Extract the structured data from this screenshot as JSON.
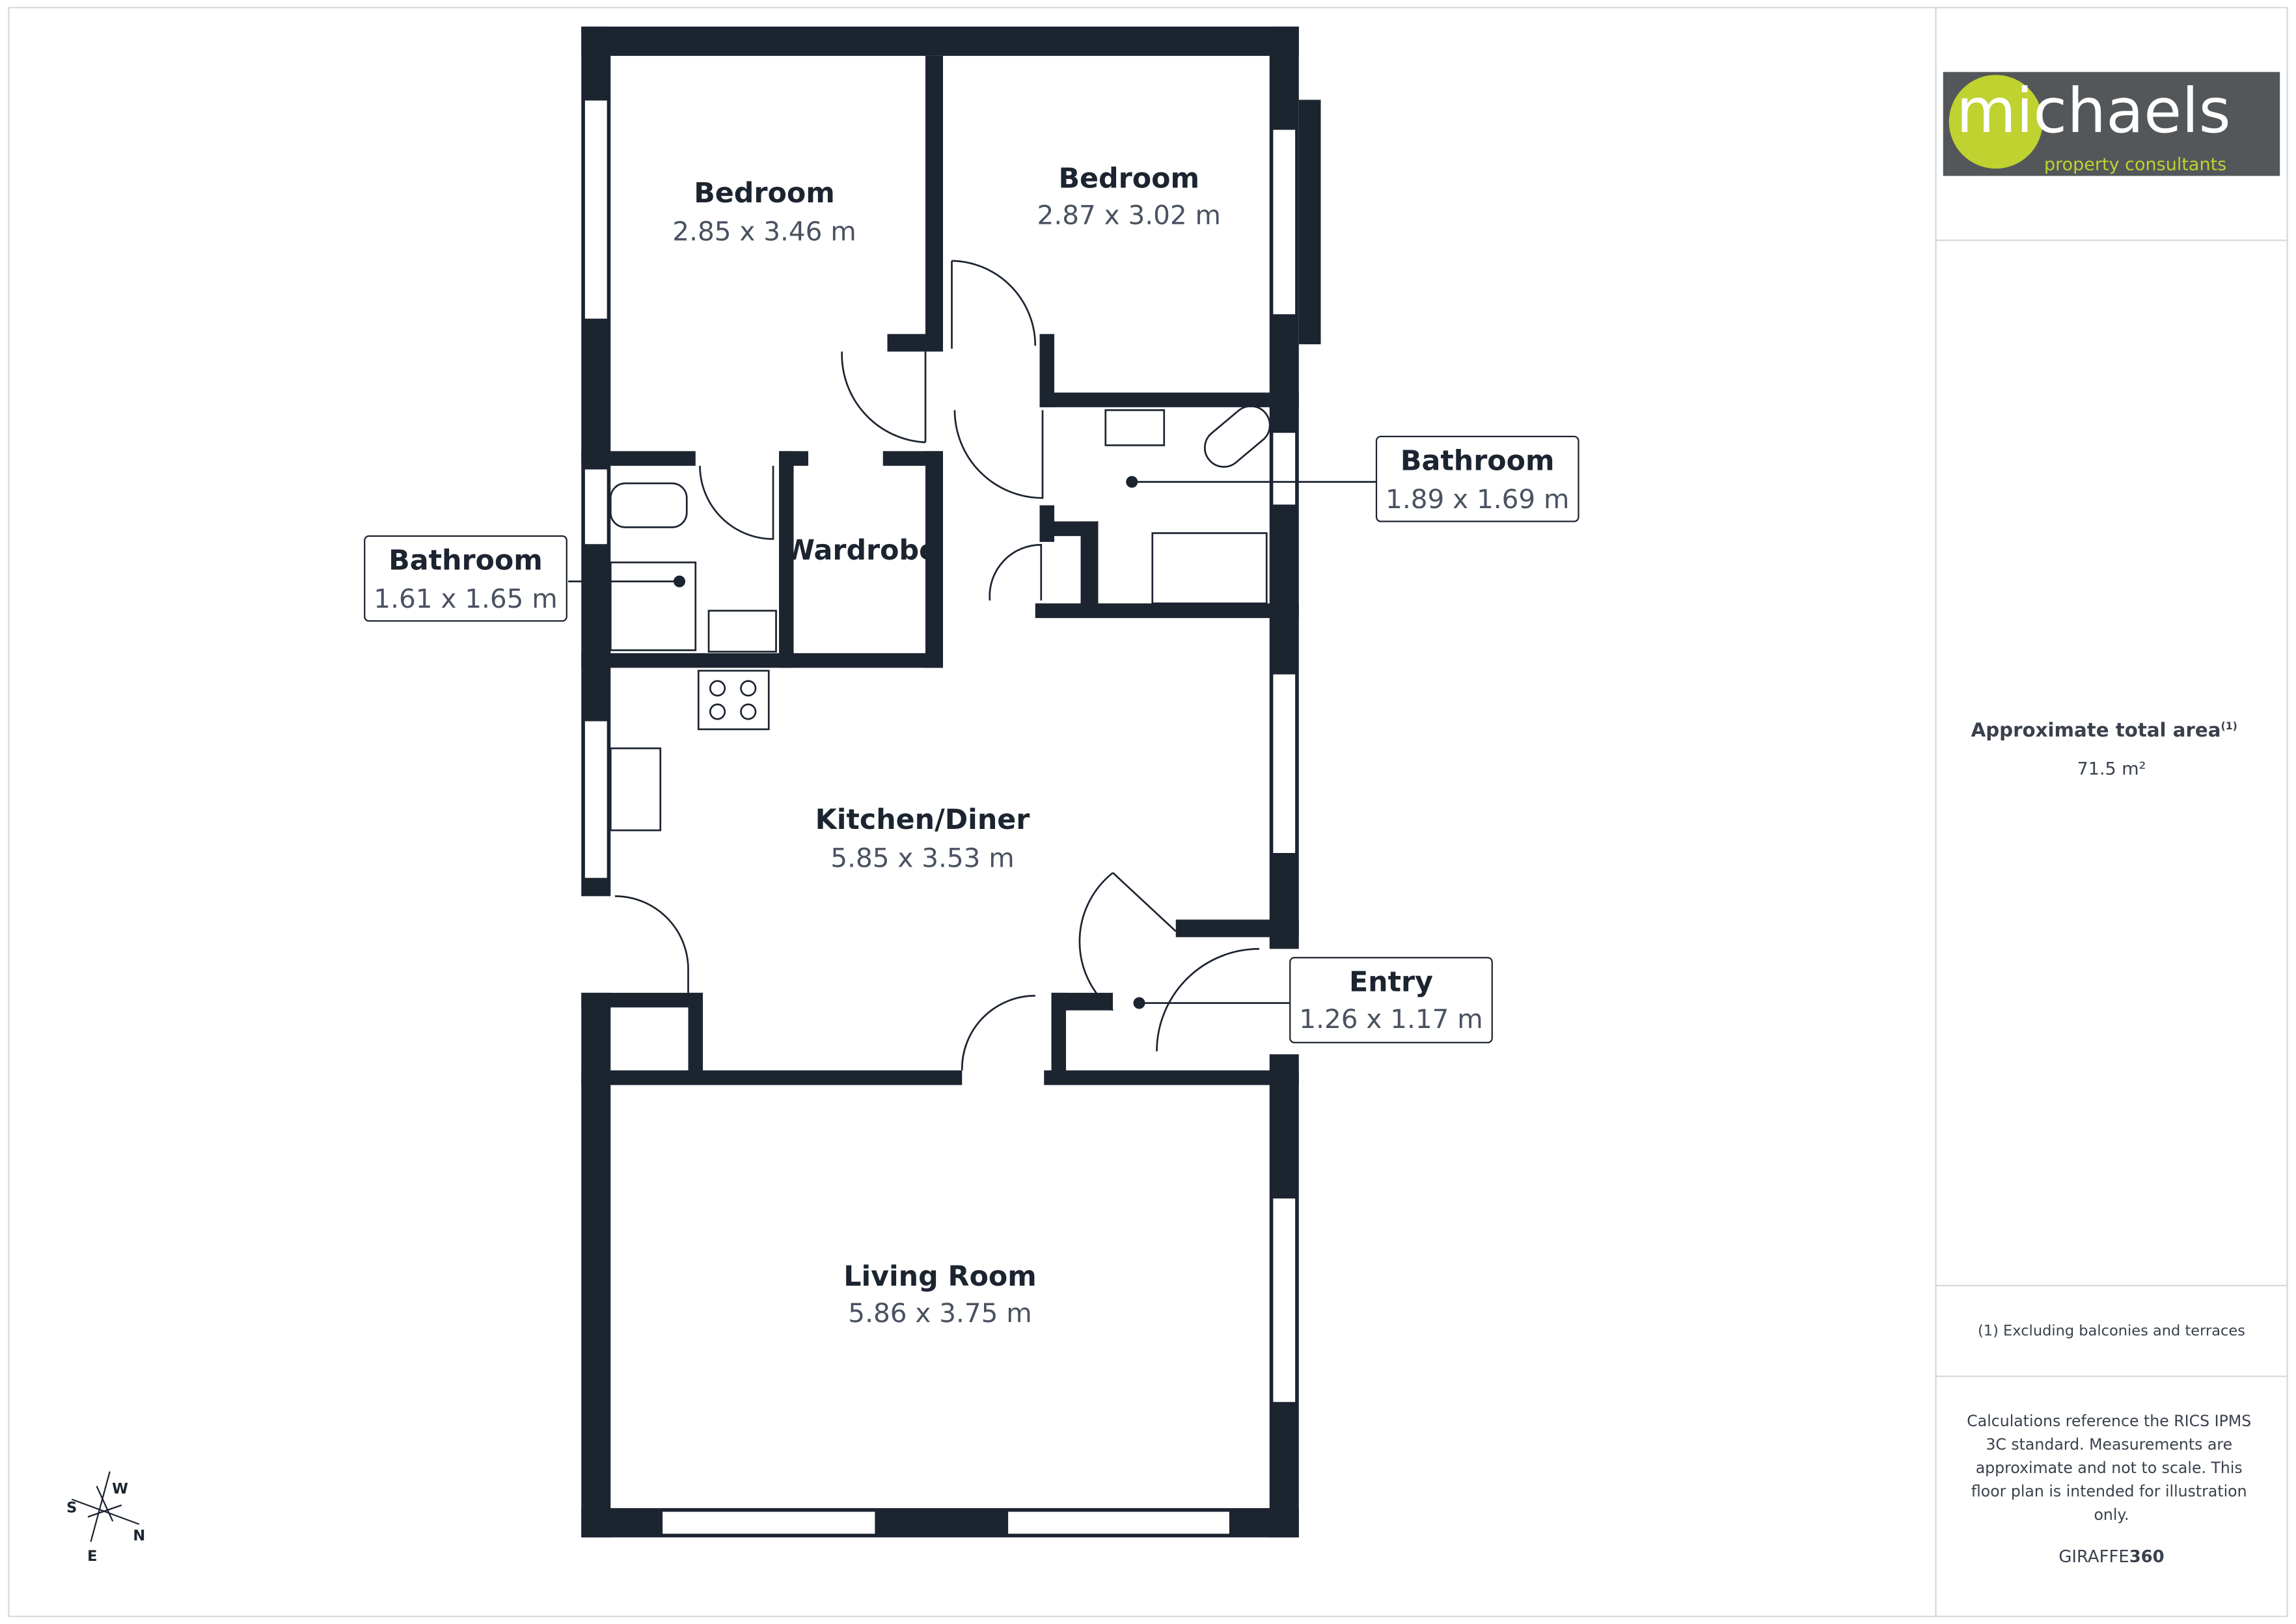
{
  "brand": {
    "logo_text": "michaels",
    "logo_tagline": "property consultants",
    "logo_bg": "#54575a",
    "logo_accent": "#bfd230"
  },
  "rooms": [
    {
      "name": "Bedroom",
      "dims": "2.85 x 3.46 m"
    },
    {
      "name": "Bedroom",
      "dims": "2.87 x 3.02 m"
    },
    {
      "name": "Bathroom",
      "dims": "1.89 x 1.69 m"
    },
    {
      "name": "Bathroom",
      "dims": "1.61 x 1.65 m"
    },
    {
      "name": "Wardrobe",
      "dims": ""
    },
    {
      "name": "Kitchen/Diner",
      "dims": "5.85 x 3.53 m"
    },
    {
      "name": "Entry",
      "dims": "1.26 x 1.17 m"
    },
    {
      "name": "Living Room",
      "dims": "5.86 x 3.75 m"
    }
  ],
  "area": {
    "label": "Approximate total area",
    "footnote_mark": "(1)",
    "value": "71.5 m²"
  },
  "footnote": "(1) Excluding balconies and terraces",
  "disclaimer": [
    "Calculations reference the RICS IPMS",
    "3C standard. Measurements are",
    "approximate and not to scale. This",
    "floor plan is intended for illustration",
    "only."
  ],
  "credit": {
    "light": "GIRAFFE",
    "bold": "360"
  },
  "compass": {
    "n": "N",
    "s": "S",
    "e": "E",
    "w": "W"
  },
  "colors": {
    "wall": "#1c2430"
  }
}
